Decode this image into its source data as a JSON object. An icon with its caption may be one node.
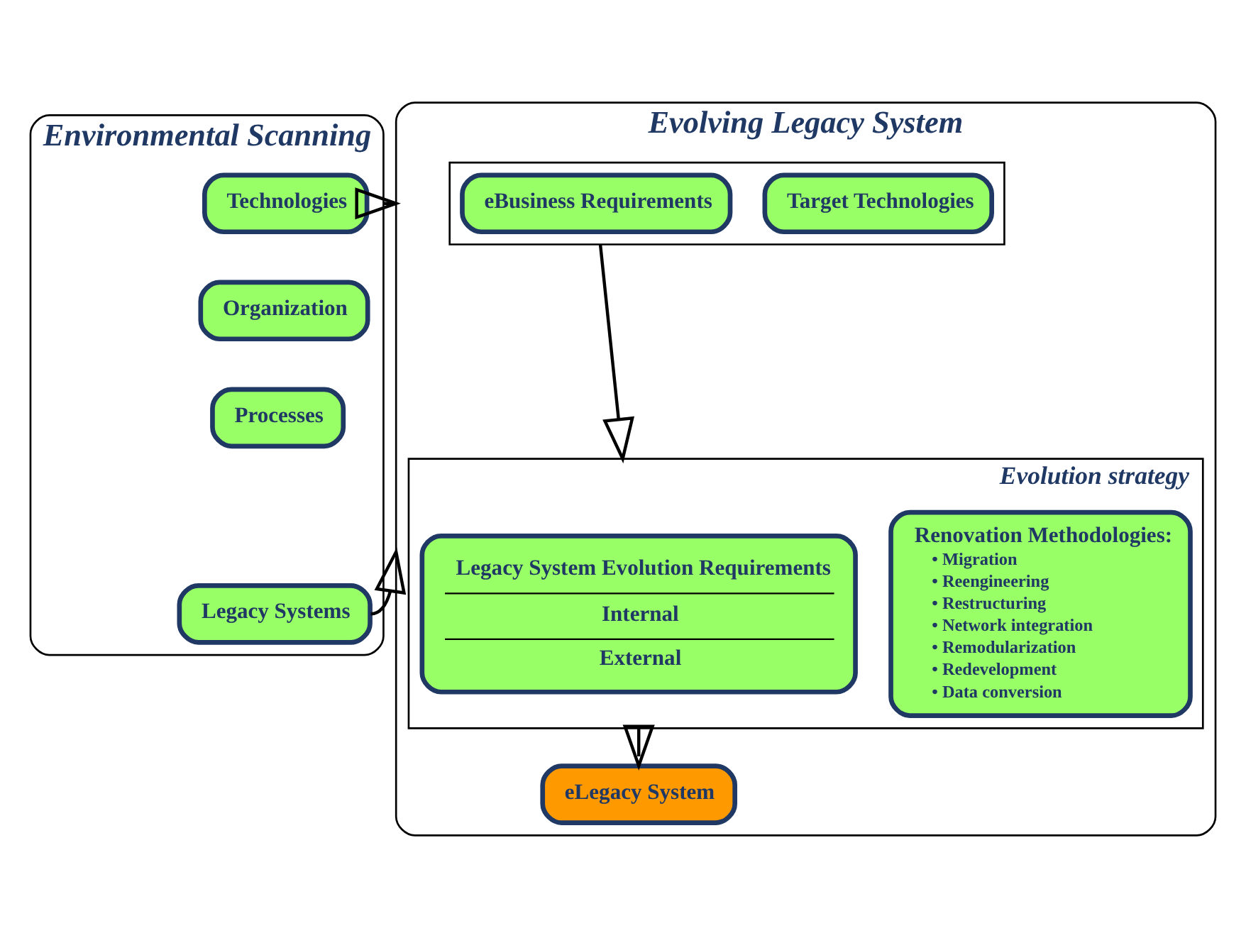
{
  "diagram": {
    "nodes": [
      {
        "text": [
          "Environmental Scanning"
        ]
      },
      {
        "text": [
          "Technologies"
        ],
        "in": 0
      },
      {
        "text": [
          "Organization"
        ],
        "in": 0
      },
      {
        "text": [
          "Processes"
        ],
        "in": 0
      },
      {
        "text": [
          "Legacy Systems"
        ],
        "in": 0
      },
      {
        "text": [
          "Evolving Legacy System"
        ]
      },
      {
        "text": [],
        "shape": "box",
        "in": 5
      },
      {
        "text": [
          "eBusiness Requirements"
        ],
        "in": 6
      },
      {
        "text": [
          "Target Technologies"
        ],
        "in": 6
      },
      {
        "text": [
          "Evolution strategy"
        ],
        "in": 5
      },
      {
        "text": [
          "Legacy System Evolution Requirements",
          "Internal",
          "External"
        ],
        "in": 9
      },
      {
        "text": [
          "Renovation Methodologies:",
          "• Migration",
          "• Reengineering",
          "• Restructuring",
          "• Network integration",
          "• Remodularization",
          "• Redevelopment",
          "• Data conversion"
        ],
        "in": 9
      },
      {
        "text": [
          "eLegacy System"
        ],
        "in": 5
      }
    ],
    "edges": [
      {
        "from": 0,
        "to": 5,
        "arrow": "to"
      },
      {
        "from": 4,
        "to": 5,
        "arrow": "to"
      },
      {
        "from": 6,
        "to": 9,
        "arrow": "to"
      },
      {
        "from": 9,
        "to": 12,
        "arrow": "to"
      }
    ]
  }
}
